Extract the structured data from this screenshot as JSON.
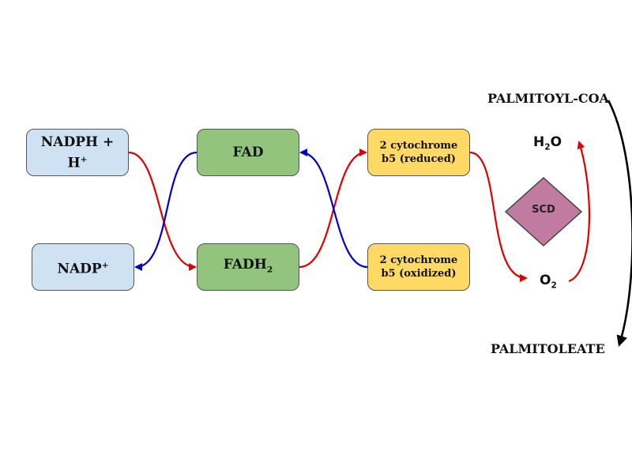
{
  "nodes": {
    "nadph_line1": "NADPH +",
    "nadph_line2_base": "H",
    "nadph_line2_sup": "+",
    "nadp_base": "NADP",
    "nadp_sup": "+",
    "fad": "FAD",
    "fadh_base": "FADH",
    "fadh_sub": "2",
    "cyt_reduced_line1": "2 cytochrome",
    "cyt_reduced_line2": "b5 (reduced)",
    "cyt_oxidized_line1": "2 cytochrome",
    "cyt_oxidized_line2": "b5 (oxidized)"
  },
  "enzyme": {
    "label": "SCD"
  },
  "labels": {
    "h2o_h": "H",
    "h2o_sub": "2",
    "h2o_o": "O",
    "o2_o": "O",
    "o2_sub": "2",
    "substrate": "PALMITOYL-COA",
    "product": "PALMITOLEATE"
  },
  "colors": {
    "nadph_fill": "#cfe2f3",
    "fad_fill": "#93c47d",
    "cytochrome_fill": "#ffd966",
    "scd_fill": "#c27ba0",
    "red_arrow": "#e00000",
    "blue_arrow": "#0000cc",
    "main_arrow": "#000000"
  }
}
